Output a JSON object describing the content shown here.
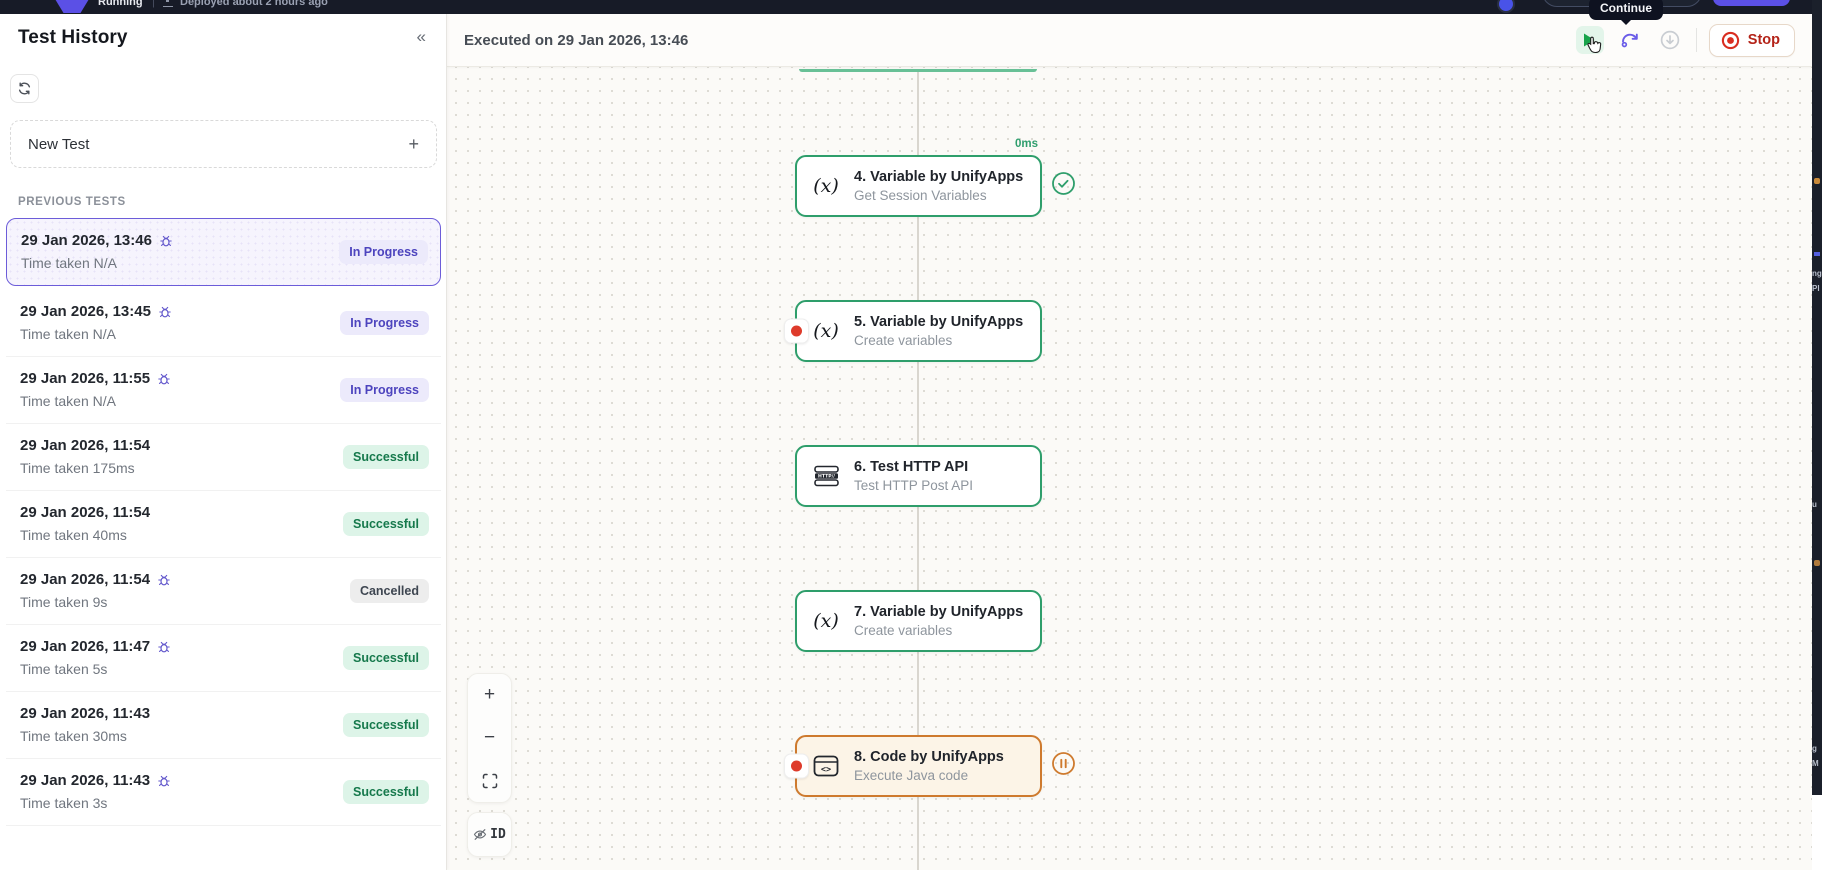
{
  "navbar": {
    "running_label": "Running",
    "separator": "|",
    "deployed_label": "Deployed about 2 hours ago",
    "tooltip": "Continue"
  },
  "sidebar": {
    "title": "Test History",
    "collapse_glyph": "«",
    "new_test": {
      "label": "New Test",
      "plus_glyph": "+"
    },
    "section_label": "PREVIOUS TESTS",
    "tests": [
      {
        "date": "29 Jan 2026, 13:46",
        "debug": true,
        "time": "Time taken N/A",
        "status": "In Progress",
        "selected": true
      },
      {
        "date": "29 Jan 2026, 13:45",
        "debug": true,
        "time": "Time taken N/A",
        "status": "In Progress",
        "selected": false
      },
      {
        "date": "29 Jan 2026, 11:55",
        "debug": true,
        "time": "Time taken N/A",
        "status": "In Progress",
        "selected": false
      },
      {
        "date": "29 Jan 2026, 11:54",
        "debug": false,
        "time": "Time taken 175ms",
        "status": "Successful",
        "selected": false
      },
      {
        "date": "29 Jan 2026, 11:54",
        "debug": false,
        "time": "Time taken 40ms",
        "status": "Successful",
        "selected": false
      },
      {
        "date": "29 Jan 2026, 11:54",
        "debug": true,
        "time": "Time taken 9s",
        "status": "Cancelled",
        "selected": false
      },
      {
        "date": "29 Jan 2026, 11:47",
        "debug": true,
        "time": "Time taken 5s",
        "status": "Successful",
        "selected": false
      },
      {
        "date": "29 Jan 2026, 11:43",
        "debug": false,
        "time": "Time taken 30ms",
        "status": "Successful",
        "selected": false
      },
      {
        "date": "29 Jan 2026, 11:43",
        "debug": true,
        "time": "Time taken 3s",
        "status": "Successful",
        "selected": false
      }
    ]
  },
  "canvas": {
    "header": {
      "executed_label": "Executed on 29 Jan 2026, 13:46",
      "stop_label": "Stop"
    },
    "nodes": [
      {
        "title": "4. Variable by UnifyApps",
        "subtitle": "Get Session Variables",
        "icon": "variable",
        "state": "success",
        "duration": "0ms",
        "breakpoint": false
      },
      {
        "title": "5. Variable by UnifyApps",
        "subtitle": "Create variables",
        "icon": "variable",
        "state": "none",
        "duration": "",
        "breakpoint": true
      },
      {
        "title": "6. Test HTTP API",
        "subtitle": "Test HTTP Post API",
        "icon": "http",
        "state": "none",
        "duration": "",
        "breakpoint": false
      },
      {
        "title": "7. Variable by UnifyApps",
        "subtitle": "Create variables",
        "icon": "variable",
        "state": "none",
        "duration": "",
        "breakpoint": false
      },
      {
        "title": "8. Code by UnifyApps",
        "subtitle": "Execute Java code",
        "icon": "code",
        "state": "paused",
        "duration": "",
        "breakpoint": true
      }
    ],
    "http_icon_text": "HTTP//",
    "code_icon_text": "<>",
    "controls": {
      "zoom_in": "+",
      "zoom_out": "−",
      "id_label": "ID"
    }
  },
  "right_strip": {
    "fragments": [
      "ng",
      "PI",
      "u",
      "g",
      "M"
    ]
  },
  "colors": {
    "accent": "#5B50E6",
    "success": "#2E9E6B",
    "warning": "#CE7A2E",
    "danger": "#DE3B2B",
    "badge_progress_bg": "#ECEAFB",
    "badge_progress_text": "#4D44BE",
    "badge_success_bg": "#DDF4E8",
    "badge_success_text": "#16794C",
    "badge_cancel_bg": "#EDEDED",
    "badge_cancel_text": "#3E4651",
    "navbar_bg": "#171B27",
    "canvas_bg": "#FBFAF7"
  }
}
